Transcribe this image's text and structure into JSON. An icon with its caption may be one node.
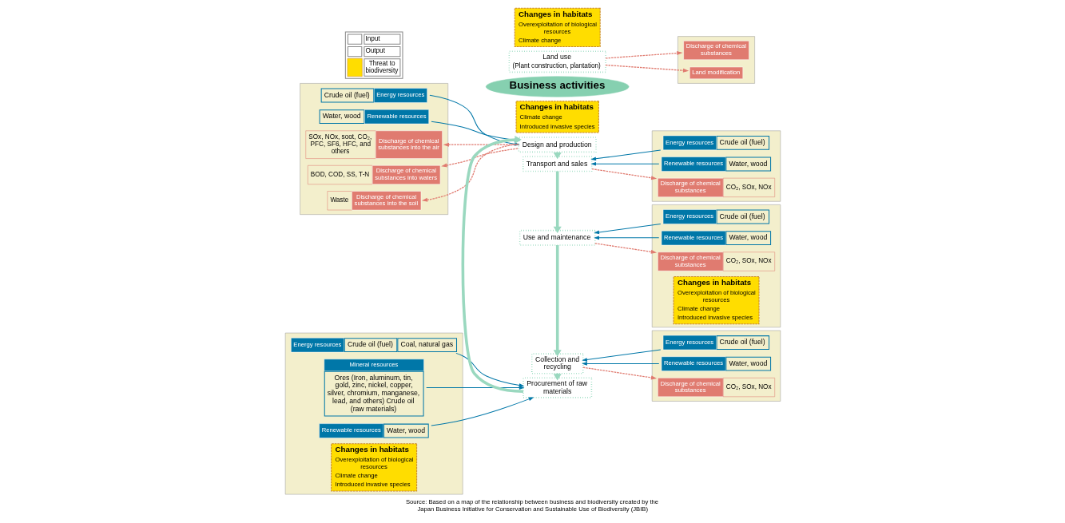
{
  "diagram": {
    "caption": "Source: Based on a map of the relationship between business and biodiversity created by the Japan Business Initiative for Conservation and Sustainable Use of Biodiversity (JBIB)",
    "nodes": [
      {
        "text": [],
        "shape": "box"
      },
      {
        "text": [
          "Crude oil (fuel)",
          "Energy resources"
        ],
        "in": 0
      },
      {
        "text": [
          "Water, wood",
          "Renewable resources"
        ],
        "in": 0
      },
      {
        "text": [
          "SOx, NOx, soot, CO₂, PFC, SF6, HFC, and others",
          "Discharge of chemical substances into the air"
        ],
        "in": 0
      },
      {
        "text": [
          "BOD, COD, SS, T-N",
          "Discharge of chemical substances into waters"
        ],
        "in": 0
      },
      {
        "text": [
          "Waste",
          "Discharge of chemical substances into the soil"
        ],
        "in": 0
      },
      {
        "text": [
          "Changes in habitats",
          "Climate change",
          "Introduced invasive species"
        ]
      },
      {
        "text": [],
        "shape": "box"
      },
      {
        "text": [
          "Energy resources",
          "Crude oil (fuel)"
        ],
        "in": 7
      },
      {
        "text": [
          "Renewable resources",
          "Water, wood"
        ],
        "in": 7
      },
      {
        "text": [
          "Discharge of chemical substances",
          "CO₂, SOx, NOx"
        ],
        "in": 7
      },
      {
        "text": [],
        "shape": "box"
      },
      {
        "text": [
          "Energy resources",
          "Crude oil (fuel)",
          "Coal, natural gas"
        ],
        "in": 11
      },
      {
        "text": [
          "Mineral resources",
          "Ores (Iron, aluminum, tin, gold, zinc, nickel, copper, silver, chromium, manganese, lead, and others) Crude oil (raw materials)"
        ],
        "in": 11
      },
      {
        "text": [
          "Renewable resources",
          "Water, wood"
        ],
        "in": 11
      },
      {
        "text": [
          "Changes in habitats",
          "Overexploitation of biological resources",
          "Climate change",
          "Introduced invasive species"
        ],
        "in": 11
      },
      {
        "text": [
          "Design and production"
        ]
      },
      {
        "text": [
          "Procurement of raw materials"
        ]
      },
      {
        "text": [
          "Transport and sales"
        ]
      },
      {
        "text": [
          "Use and maintenance"
        ]
      },
      {
        "text": [
          "Collection and recycling"
        ]
      },
      {
        "text": [
          "Business activities"
        ]
      },
      {
        "text": [
          "Land use",
          "(Plant construction, plantation)"
        ]
      },
      {
        "text": [],
        "shape": "box"
      },
      {
        "text": [
          "Energy resources",
          "Crude oil (fuel)"
        ],
        "in": 23
      },
      {
        "text": [
          "Renewable resources",
          "Water, wood"
        ],
        "in": 23
      },
      {
        "text": [
          "Discharge of chemical substances",
          "CO₂, SOx, NOx"
        ],
        "in": 23
      },
      {
        "text": [
          "Changes in habitats",
          "Overexploitation of biological resources",
          "Climate change",
          "Introduced invasive species"
        ],
        "in": 23
      },
      {
        "text": [],
        "shape": "box"
      },
      {
        "text": [
          "Energy resources",
          "Crude oil (fuel)"
        ],
        "in": 28
      },
      {
        "text": [
          "Renewable resources",
          "Water, wood"
        ],
        "in": 28
      },
      {
        "text": [
          "Discharge of chemical substances",
          "CO₂, SOx, NOx"
        ],
        "in": 28
      },
      {
        "text": [],
        "shape": "box"
      },
      {
        "text": [
          "Discharge of chemical substances"
        ],
        "in": 32
      },
      {
        "text": [
          "Land modification"
        ],
        "in": 32
      },
      {
        "text": [
          "Changes in habitats",
          "Overexploitation of biological resources",
          "Climate change"
        ]
      }
    ],
    "edges": [
      {
        "from": 1,
        "to": 16,
        "arrow": "to"
      },
      {
        "from": 2,
        "to": 16,
        "arrow": "to"
      },
      {
        "from": 16,
        "to": 3,
        "arrow": "to",
        "style": "dashed",
        "color": "#e07b70"
      },
      {
        "from": 16,
        "to": 4,
        "arrow": "to",
        "style": "dashed",
        "color": "#e07b70"
      },
      {
        "from": 16,
        "to": 5,
        "arrow": "to",
        "style": "dashed",
        "color": "#e07b70"
      },
      {
        "from": 12,
        "to": 17,
        "arrow": "to"
      },
      {
        "from": 13,
        "to": 17,
        "arrow": "to"
      },
      {
        "from": 14,
        "to": 17,
        "arrow": "to"
      },
      {
        "from": 8,
        "to": 18,
        "arrow": "to"
      },
      {
        "from": 9,
        "to": 18,
        "arrow": "to"
      },
      {
        "from": 18,
        "to": 10,
        "arrow": "to",
        "style": "dashed",
        "color": "#e07b70"
      },
      {
        "from": 24,
        "to": 19,
        "arrow": "to"
      },
      {
        "from": 25,
        "to": 19,
        "arrow": "to"
      },
      {
        "from": 19,
        "to": 26,
        "arrow": "to",
        "style": "dashed",
        "color": "#e07b70"
      },
      {
        "from": 29,
        "to": 20,
        "arrow": "to"
      },
      {
        "from": 30,
        "to": 20,
        "arrow": "to"
      },
      {
        "from": 20,
        "to": 31,
        "arrow": "to",
        "style": "dashed",
        "color": "#e07b70"
      },
      {
        "from": 22,
        "to": 33,
        "arrow": "to",
        "style": "dashed",
        "color": "#e07b70"
      },
      {
        "from": 22,
        "to": 34,
        "arrow": "to",
        "style": "dashed",
        "color": "#e07b70"
      },
      {
        "from": 17,
        "to": 16,
        "arrow": "to",
        "style": "thick",
        "color": "#9ad8bf"
      },
      {
        "from": 16,
        "to": 18,
        "arrow": "to",
        "style": "thick",
        "color": "#9ad8bf"
      },
      {
        "from": 18,
        "to": 19,
        "arrow": "to",
        "style": "thick",
        "color": "#9ad8bf"
      },
      {
        "from": 19,
        "to": 20,
        "arrow": "to",
        "style": "thick",
        "color": "#9ad8bf"
      },
      {
        "from": 20,
        "to": 17,
        "arrow": "to",
        "style": "thick",
        "color": "#9ad8bf"
      }
    ],
    "legend": [
      {
        "text": "Input"
      },
      {
        "text": "Output"
      },
      {
        "text": "Threat to biodiversity",
        "color": "#ffdd00"
      }
    ]
  }
}
